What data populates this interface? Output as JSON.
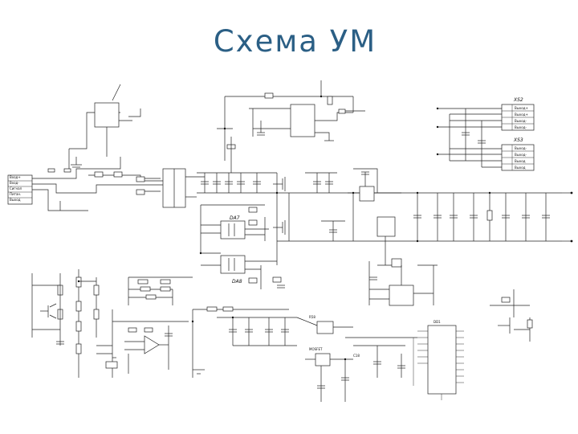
{
  "slide": {
    "title": "Схема УМ"
  },
  "schematic": {
    "labels": {
      "da7": "DA7",
      "da8": "DA8",
      "xs2": "XS2",
      "xs3": "XS3",
      "mosfet": "MOSFET",
      "dd1": "DD1",
      "r58": "R58",
      "c18": "C18"
    },
    "connector_top": [
      "Выход+",
      "Выход+",
      "Выход-",
      "Выход-"
    ],
    "connector_bottom": [
      "Выход-",
      "Выход-",
      "Выход",
      "Выход"
    ],
    "connector_left": [
      "Вход+",
      "Вход-",
      "Сигнал",
      "Питан.",
      "Выход"
    ]
  }
}
